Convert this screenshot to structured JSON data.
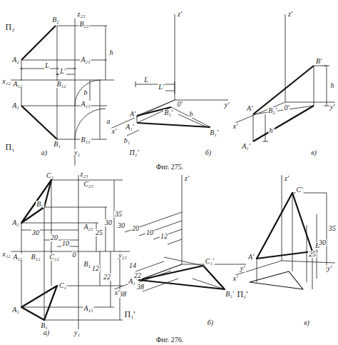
{
  "diagram": {
    "labels": [
      "П₂",
      "B₂",
      "z₂₃",
      "B₂₃",
      "A₂",
      "A₂₃",
      "L",
      "L'",
      "h",
      "x₁₂",
      "A₁₂",
      "B₁₂",
      "b",
      "A₁",
      "A₁₃",
      "a",
      "B₁",
      "B₁₃",
      "y₁",
      "П₁",
      "a)",
      "z'",
      "L",
      "L'",
      "B₁'",
      "0'",
      "y'",
      "x'",
      "A'",
      "A₁'",
      "b₁",
      "b",
      "B₁'",
      "П₁'",
      "б)",
      "z'",
      "B'",
      "A'",
      "B₂'",
      "0'",
      "x'",
      "y'",
      "h",
      "h'",
      "A₁'",
      "в)",
      "Фиг. 275.",
      "C₂",
      "z₂₃",
      "C₂₃",
      "B₂",
      "A₂",
      "30",
      "A₂₃",
      "35",
      "30",
      "25",
      "20",
      "x₁₂",
      "A₁₂",
      "B₁₂",
      "C₁₂",
      "10",
      "0",
      "y₂₃",
      "B₁₃",
      "12",
      "22",
      "38",
      "C₁",
      "A₁",
      "A₁₃",
      "B₁",
      "y₁",
      "a)",
      "z'",
      "30",
      "20",
      "10",
      "12",
      "x'",
      "A₁'",
      "14",
      "22",
      "38",
      "C₁'",
      "B₁'",
      "y'",
      "П₁'",
      "б)",
      "z'",
      "C'",
      "B'",
      "A'",
      "x'",
      "y'",
      "35",
      "30",
      "25",
      "П₁'",
      "в)",
      "Фиг. 276."
    ]
  }
}
